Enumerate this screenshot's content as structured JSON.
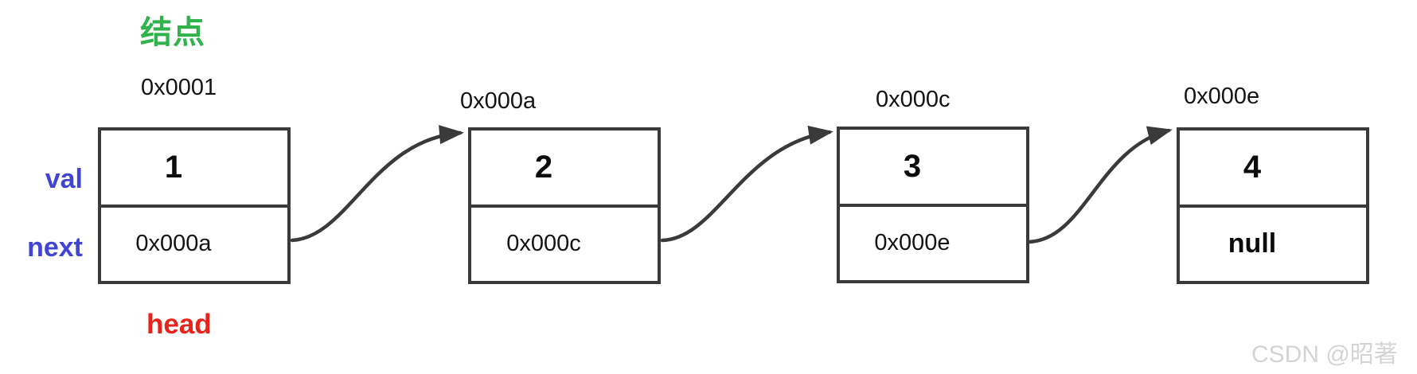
{
  "diagram": {
    "node_type_label": "结点",
    "head_label": "head",
    "field_labels": {
      "val": "val",
      "next": "next"
    },
    "nodes": [
      {
        "address": "0x0001",
        "value": "1",
        "next": "0x000a"
      },
      {
        "address": "0x000a",
        "value": "2",
        "next": "0x000c"
      },
      {
        "address": "0x000c",
        "value": "3",
        "next": "0x000e"
      },
      {
        "address": "0x000e",
        "value": "4",
        "next": "null"
      }
    ],
    "arrows": [
      {
        "from": 0,
        "to": 1
      },
      {
        "from": 1,
        "to": 2
      },
      {
        "from": 2,
        "to": 3
      }
    ],
    "colors": {
      "node_label_green": "#2fb34a",
      "field_label_blue": "#4144d4",
      "head_label_red": "#e8231c",
      "box_border": "#3a3a3a",
      "arrow": "#3a3a3a",
      "watermark_gray": "#d4d4d4"
    },
    "watermark": "CSDN @昭著"
  }
}
